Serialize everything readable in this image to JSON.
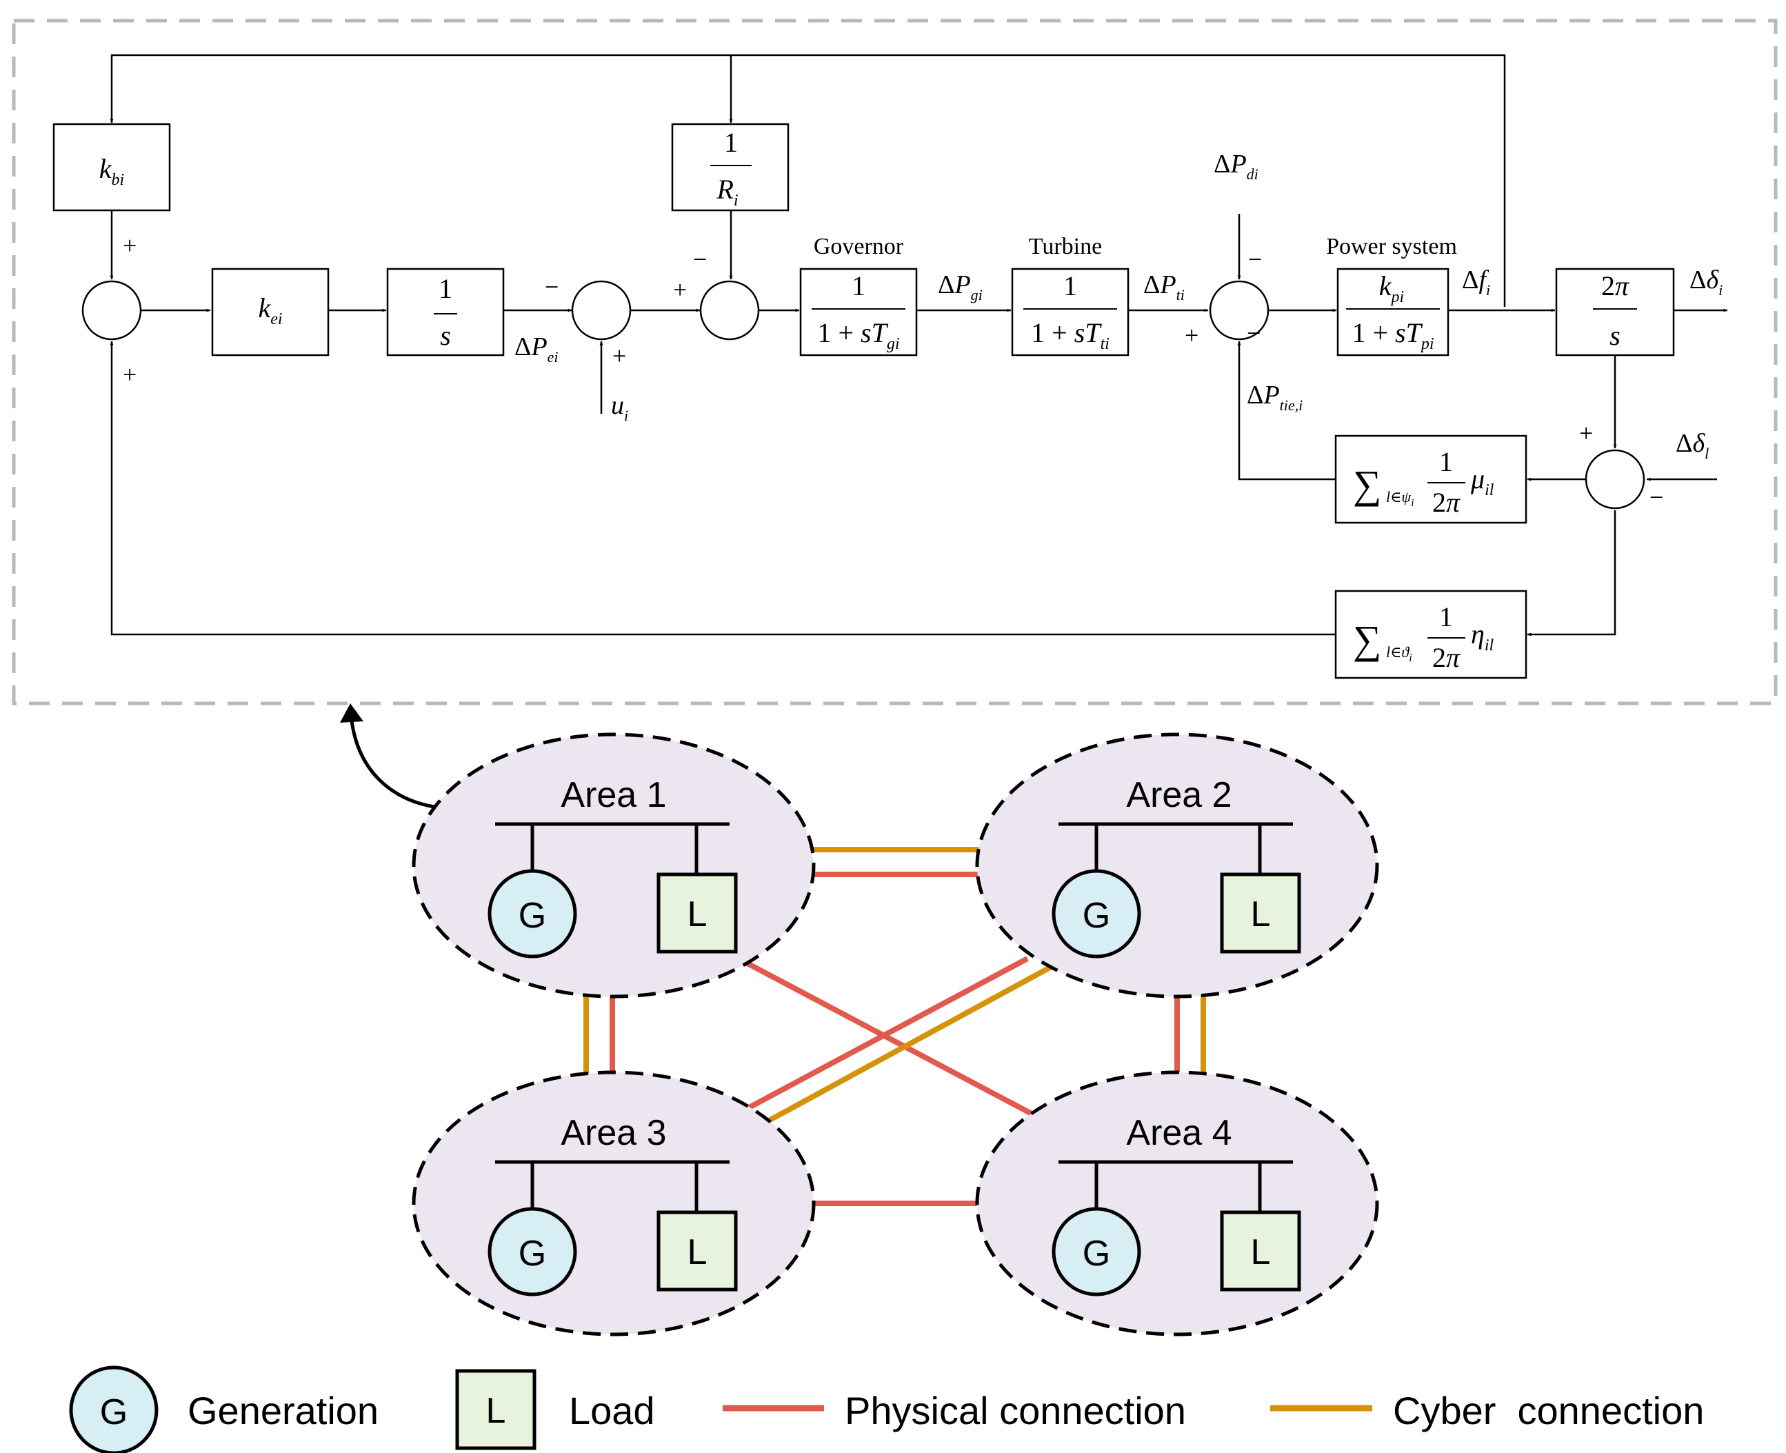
{
  "block_diagram": {
    "labels": {
      "governor": "Governor",
      "turbine": "Turbine",
      "power_system": "Power system"
    },
    "blocks": {
      "kbi": "k_bi",
      "kei": "k_ei",
      "integrator": {
        "num": "1",
        "den": "s"
      },
      "droop": {
        "num": "1",
        "den": "R_i"
      },
      "governor": {
        "num": "1",
        "den": "1 + sT_gi"
      },
      "turbine": {
        "num": "1",
        "den": "1 + sT_ti"
      },
      "power_system": {
        "num": "k_pi",
        "den": "1 + sT_pi"
      },
      "angle": {
        "num": "2π",
        "den": "s"
      },
      "tie_mu": "Σ_{l∈ψ_i} (1/2π) μ_il",
      "tie_eta": "Σ_{l∈ϑ_i} (1/2π) η_il"
    },
    "signals": {
      "dPei": "ΔP_ei",
      "ui": "u_i",
      "dPgi": "ΔP_gi",
      "dPti": "ΔP_ti",
      "dPdi": "ΔP_di",
      "dPtie": "ΔP_tie,i",
      "dfi": "Δf_i",
      "ddi": "Δδ_i",
      "ddl": "Δδ_l"
    },
    "signs": {
      "plus": "+",
      "minus": "−"
    }
  },
  "network": {
    "areas": [
      {
        "name": "Area 1",
        "gen": "G",
        "load": "L"
      },
      {
        "name": "Area 2",
        "gen": "G",
        "load": "L"
      },
      {
        "name": "Area 3",
        "gen": "G",
        "load": "L"
      },
      {
        "name": "Area 4",
        "gen": "G",
        "load": "L"
      }
    ],
    "colors": {
      "physical": "#e05a4e",
      "cyber": "#d4930a",
      "area_fill": "#ece6f0",
      "gen_fill": "#d6eef4",
      "load_fill": "#e8f3de"
    }
  },
  "legend": {
    "generation": {
      "symbol": "G",
      "label": "Generation"
    },
    "load": {
      "symbol": "L",
      "label": "Load"
    },
    "physical": "Physical connection",
    "cyber": "Cyber  connection"
  }
}
